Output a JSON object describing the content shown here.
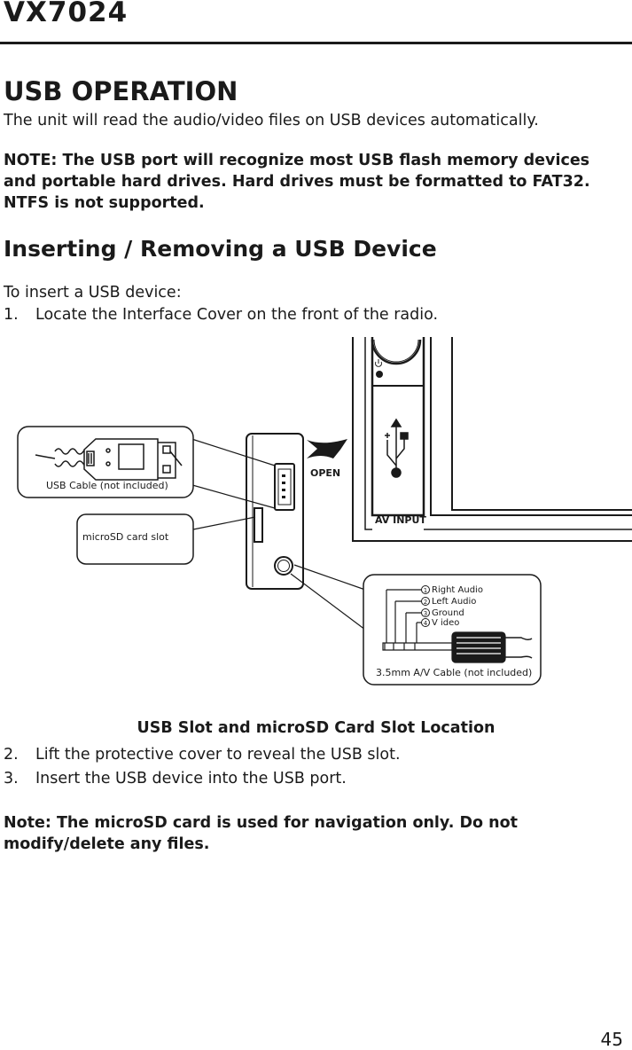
{
  "header": {
    "model": "VX7024"
  },
  "section": {
    "title": "USB OPERATION",
    "intro": "The unit will read the audio/video files on USB devices automatically.",
    "note1": "NOTE: The USB port will recognize most USB flash memory devices and portable hard drives. Hard drives must be formatted to FAT32. NTFS is not supported."
  },
  "subsection": {
    "title": "Inserting / Removing a USB Device",
    "lead": "To insert a USB device:",
    "steps": [
      {
        "num": "1.",
        "text": "Locate the Interface Cover on the front of the radio."
      },
      {
        "num": "2.",
        "text": "Lift the protective cover to reveal the USB slot."
      },
      {
        "num": "3.",
        "text": "Insert the USB device into the USB port."
      }
    ]
  },
  "figure": {
    "usb_cable_label": "USB Cable (not included)",
    "microsd_label": "microSD card slot",
    "open_label": "OPEN",
    "av_input_label": "AV INPUT",
    "av_cable_label": "3.5mm A/V Cable (not included)",
    "pins": [
      {
        "num": "1",
        "label": "Right Audio"
      },
      {
        "num": "2",
        "label": "Left Audio"
      },
      {
        "num": "3",
        "label": "Ground"
      },
      {
        "num": "4",
        "label": "V ideo"
      }
    ],
    "caption": "USB Slot and microSD Card Slot Location"
  },
  "note2": "Note: The microSD card is used for navigation only. Do not modify/delete any files.",
  "footer": {
    "page": "45"
  }
}
